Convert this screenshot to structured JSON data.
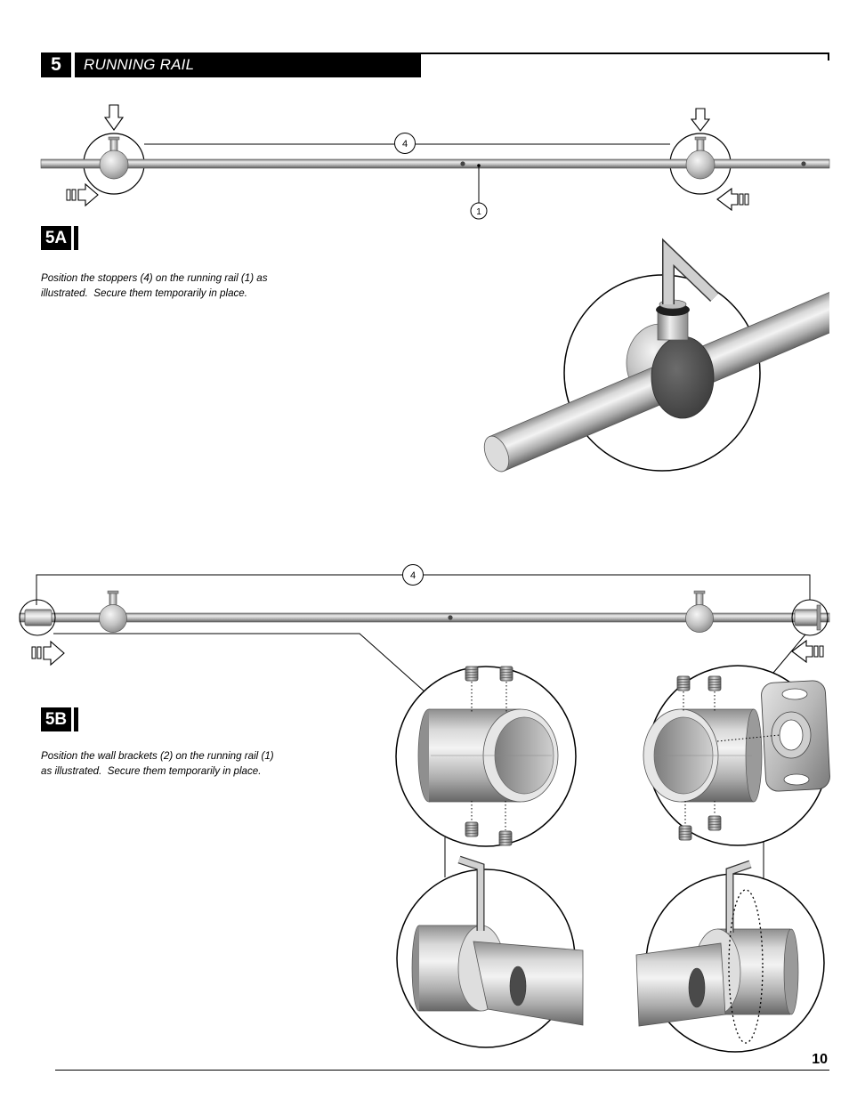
{
  "section": {
    "number": "5",
    "title": "RUNNING RAIL"
  },
  "step_5a": {
    "label": "5A",
    "instruction_line1": "Position the stoppers (4) on the running rail (1) as",
    "instruction_line2": "illustrated.  Secure them temporarily in place.",
    "callouts": {
      "stopper": "4",
      "rail": "1"
    }
  },
  "step_5b": {
    "label": "5B",
    "instruction_line1": "Position the wall brackets (2) on the running rail (1)",
    "instruction_line2": "as illustrated.  Secure them temporarily in place.",
    "callouts": {
      "stopper": "4"
    }
  },
  "page_number": "10",
  "colors": {
    "ink": "#000000",
    "metal_light": "#e8e8e8",
    "metal_dark": "#6a6a6a",
    "stopper_face": "#4e4e4e"
  }
}
